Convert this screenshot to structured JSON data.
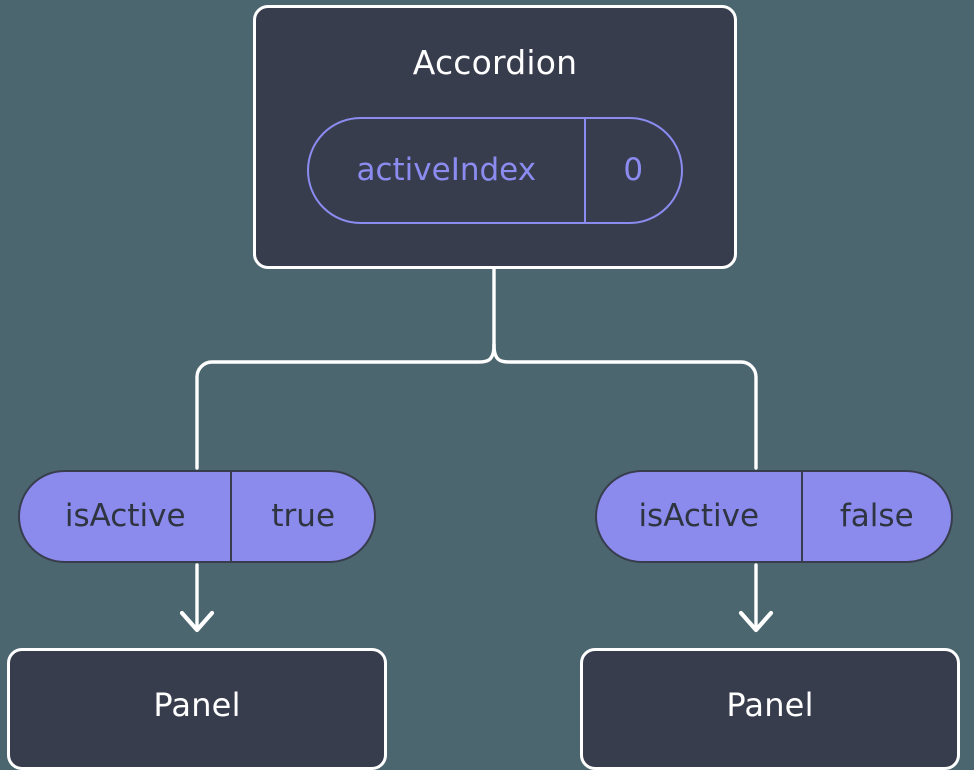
{
  "diagram": {
    "title_node": {
      "label": "Accordion",
      "state": {
        "key": "activeIndex",
        "value": "0"
      }
    },
    "branches": [
      {
        "prop": {
          "key": "isActive",
          "value": "true"
        },
        "child": {
          "label": "Panel"
        }
      },
      {
        "prop": {
          "key": "isActive",
          "value": "false"
        },
        "child": {
          "label": "Panel"
        }
      }
    ],
    "colors": {
      "background": "#4c6670",
      "node_fill": "#373d4d",
      "node_border": "#ffffff",
      "accent_purple": "#8b8bed",
      "accent_purple_outline": "#8b8bf0",
      "edge": "#ffffff",
      "pill_text_dark": "#2e3440"
    }
  }
}
